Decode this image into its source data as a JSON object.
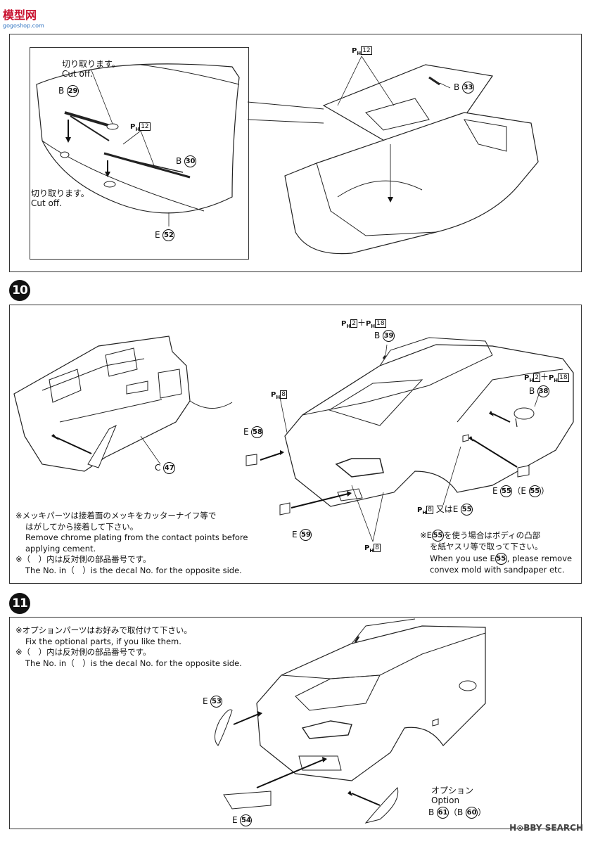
{
  "header": {
    "logo_text": "模型网",
    "logo_sub": "gogoshop.com"
  },
  "panel_top": {
    "cut_off_jp_1": "切り取ります。",
    "cut_off_en_1": "Cut off.",
    "cut_off_jp_2": "切り取ります。",
    "cut_off_en_2": "Cut off.",
    "parts": {
      "b29": "29",
      "b30": "30",
      "e52": "52",
      "b33": "33",
      "ph12_a": "12",
      "ph12_b": "12",
      "letter_b": "B",
      "letter_e": "E"
    }
  },
  "step10": {
    "number": "10",
    "parts": {
      "b39": "39",
      "b38": "38",
      "c47": "47",
      "e58": "58",
      "e59": "59",
      "e55": "55",
      "e55b": "55",
      "e55c": "55",
      "e55d": "55",
      "ph2": "2",
      "ph18": "18",
      "ph2b": "2",
      "ph18b": "18",
      "ph8a": "8",
      "ph8b": "8",
      "ph8c": "8",
      "plus": "＋",
      "or_jp": "又は"
    },
    "notes": {
      "chrome_jp_1": "※メッキパーツは接着面のメッキをカッターナイフ等で",
      "chrome_jp_2": "はがしてから接着して下さい。",
      "chrome_en_1": "Remove chrome plating from the contact points before",
      "chrome_en_2": "applying cement.",
      "decal_jp": "※（　）内は反対側の部品番号です。",
      "decal_en": "The No. in（　）is the decal No. for the opposite side.",
      "e55_jp_1": "※E",
      "e55_jp_1b": "を使う場合はボディの凸部",
      "e55_jp_2": "を紙ヤスリ等で取って下さい。",
      "e55_en_1": "When you use E",
      "e55_en_1b": ", please remove",
      "e55_en_2": "convex mold with sandpaper etc."
    }
  },
  "step11": {
    "number": "11",
    "parts": {
      "e53": "53",
      "e54": "54",
      "b61": "61",
      "b60": "60"
    },
    "option_jp": "オプション",
    "option_en": "Option",
    "notes": {
      "opt_jp": "※オプションパーツはお好みで取付けて下さい。",
      "opt_en": "Fix the optional parts, if you like them.",
      "decal_jp": "※（　）内は反対側の部品番号です。",
      "decal_en": "The No. in（　）is the decal No. for the opposite side."
    }
  },
  "watermark": "H⊙BBY SEARCH"
}
